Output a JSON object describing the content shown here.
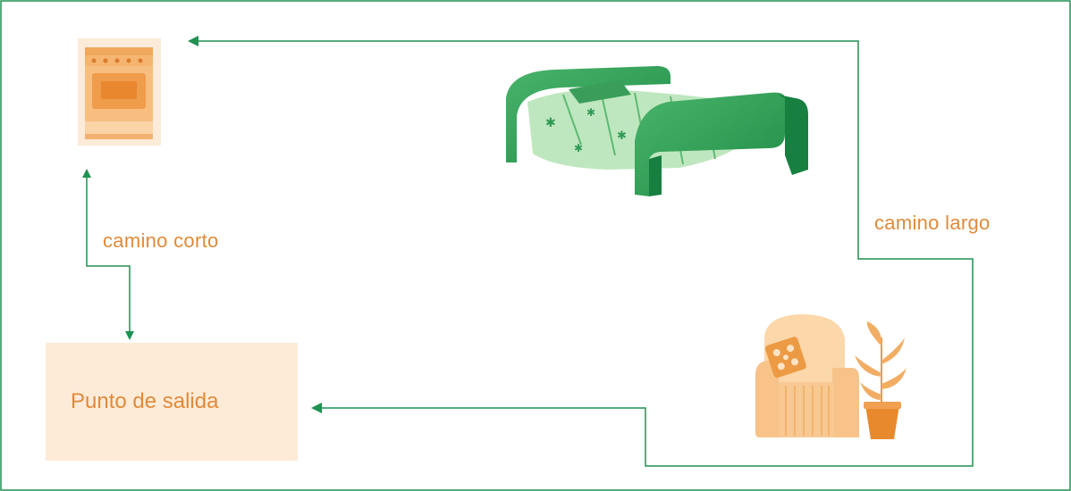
{
  "diagram": {
    "start_label": "Punto de salida",
    "short_path_label": "camino corto",
    "long_path_label": "camino largo"
  },
  "icons": {
    "stove": "stove-icon",
    "bed": "bed-icon",
    "armchair": "armchair-icon",
    "plant": "potted-plant-icon"
  },
  "colors": {
    "path_line": "#1f9150",
    "label_text": "#e08a3a",
    "start_box_fill": "#fdebd8",
    "frame": "#1f9150"
  }
}
